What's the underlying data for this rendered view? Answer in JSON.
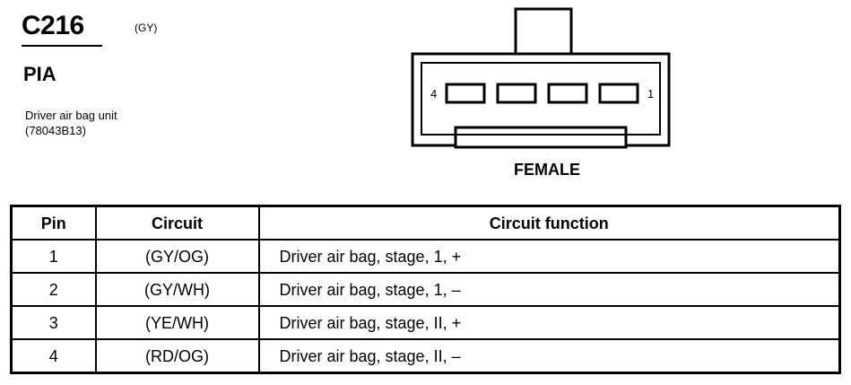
{
  "connector": {
    "id": "C216",
    "color": "(GY)",
    "module_code": "PIA",
    "description": [
      "Driver air bag unit",
      "(78043B13)"
    ],
    "view_label": "FEMALE",
    "pin_first_label": "4",
    "pin_last_label": "1"
  },
  "table": {
    "headers": {
      "pin": "Pin",
      "circuit": "Circuit",
      "function": "Circuit function"
    },
    "rows": [
      {
        "pin": "1",
        "circuit": "(GY/OG)",
        "function": "Driver air bag, stage, 1, +"
      },
      {
        "pin": "2",
        "circuit": "(GY/WH)",
        "function": "Driver air bag, stage, 1, –"
      },
      {
        "pin": "3",
        "circuit": "(YE/WH)",
        "function": "Driver air bag, stage, II, +"
      },
      {
        "pin": "4",
        "circuit": "(RD/OG)",
        "function": "Driver air bag, stage, II, –"
      }
    ]
  }
}
